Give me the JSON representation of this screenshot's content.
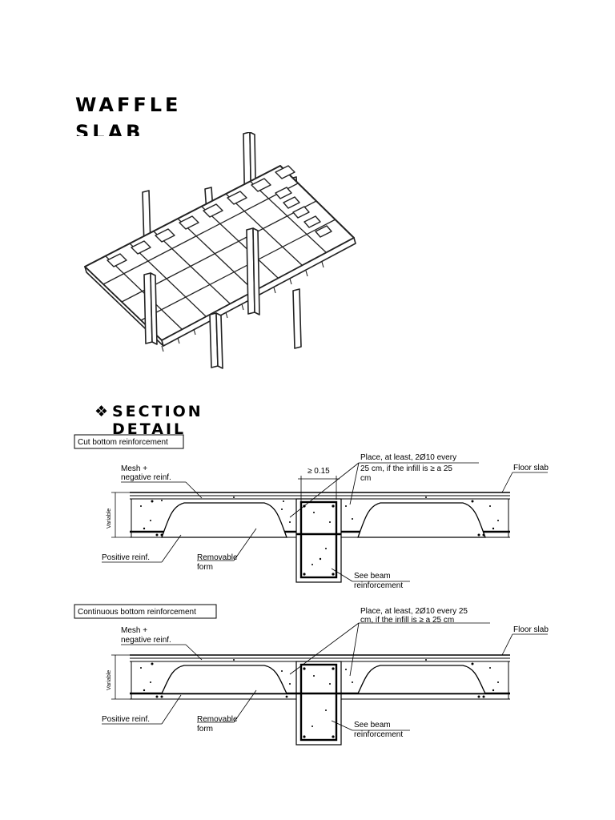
{
  "page": {
    "title": "WAFFLE SLAB",
    "section_bullet": "❖",
    "section_heading": "SECTION DETAIL"
  },
  "details": [
    {
      "box_label": "Cut bottom reinforcement",
      "mesh_line1": "Mesh +",
      "mesh_line2": "negative reinf.",
      "dimension": "≥ 0.15",
      "place_line1": "Place, at least, 2Ø10 every",
      "place_line2": "25 cm, if the infill is  ≥ a 25",
      "place_line3": "cm",
      "floor_slab": "Floor slab",
      "variable": "Variable",
      "positive": "Positive reinf.",
      "removable_line1": "Removable",
      "removable_line2": "form",
      "beam_line1": "See beam",
      "beam_line2": "reinforcement"
    },
    {
      "box_label": "Continuous bottom reinforcement",
      "mesh_line1": "Mesh +",
      "mesh_line2": "negative reinf.",
      "place_line1": "Place, at least, 2Ø10 every 25",
      "place_line2": "cm, if the infill is  ≥ a 25 cm",
      "floor_slab": "Floor slab",
      "variable": "Variable",
      "positive": "Positive reinf.",
      "removable_line1": "Removable",
      "removable_line2": "form",
      "beam_line1": "See beam",
      "beam_line2": "reinforcement"
    }
  ]
}
